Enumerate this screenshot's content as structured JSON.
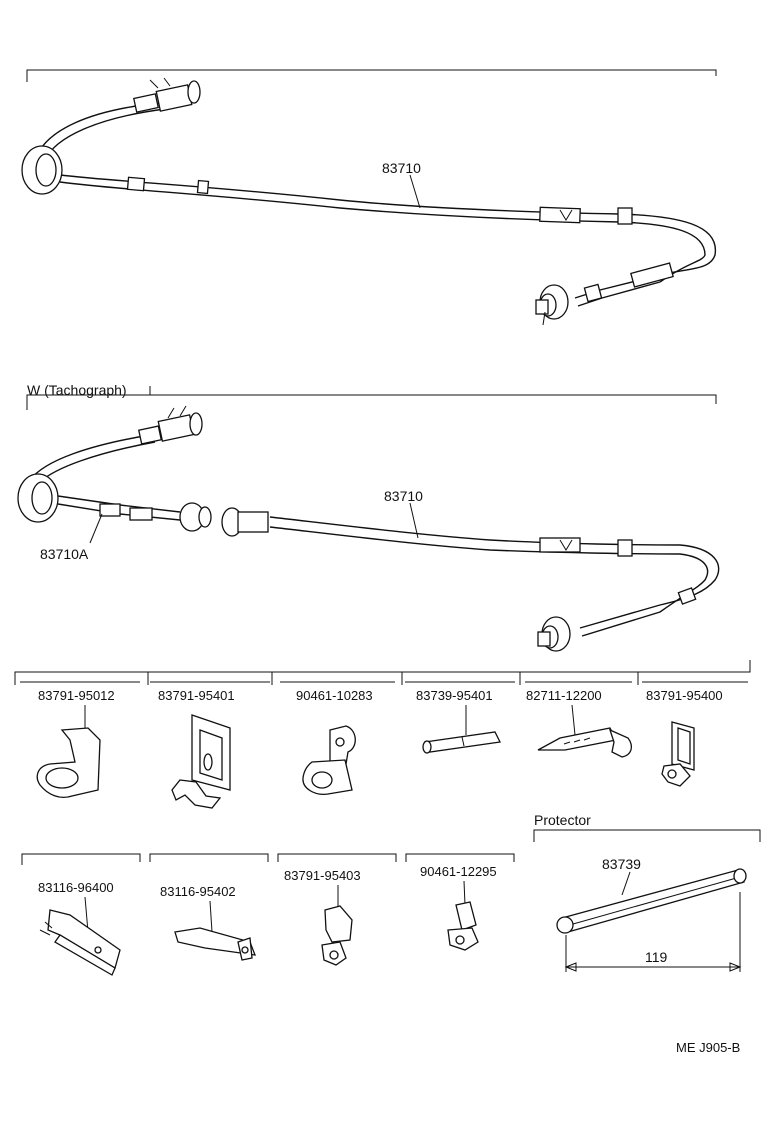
{
  "sections": {
    "standard_cable": {
      "part_number": "83710"
    },
    "tachograph": {
      "heading": "W (Tachograph)",
      "cable_part_number": "83710",
      "sub_cable_part_number": "83710A"
    }
  },
  "clips_row1": [
    {
      "part_number": "83791-95012"
    },
    {
      "part_number": "83791-95401"
    },
    {
      "part_number": "90461-10283"
    },
    {
      "part_number": "83739-95401"
    },
    {
      "part_number": "82711-12200"
    },
    {
      "part_number": "83791-95400"
    }
  ],
  "clips_row2": [
    {
      "part_number": "83116-96400"
    },
    {
      "part_number": "83116-95402"
    },
    {
      "part_number": "83791-95403"
    },
    {
      "part_number": "90461-12295"
    }
  ],
  "protector": {
    "heading": "Protector",
    "part_number": "83739",
    "dimension": "119"
  },
  "footer": {
    "diagram_code": "ME J905-B"
  }
}
